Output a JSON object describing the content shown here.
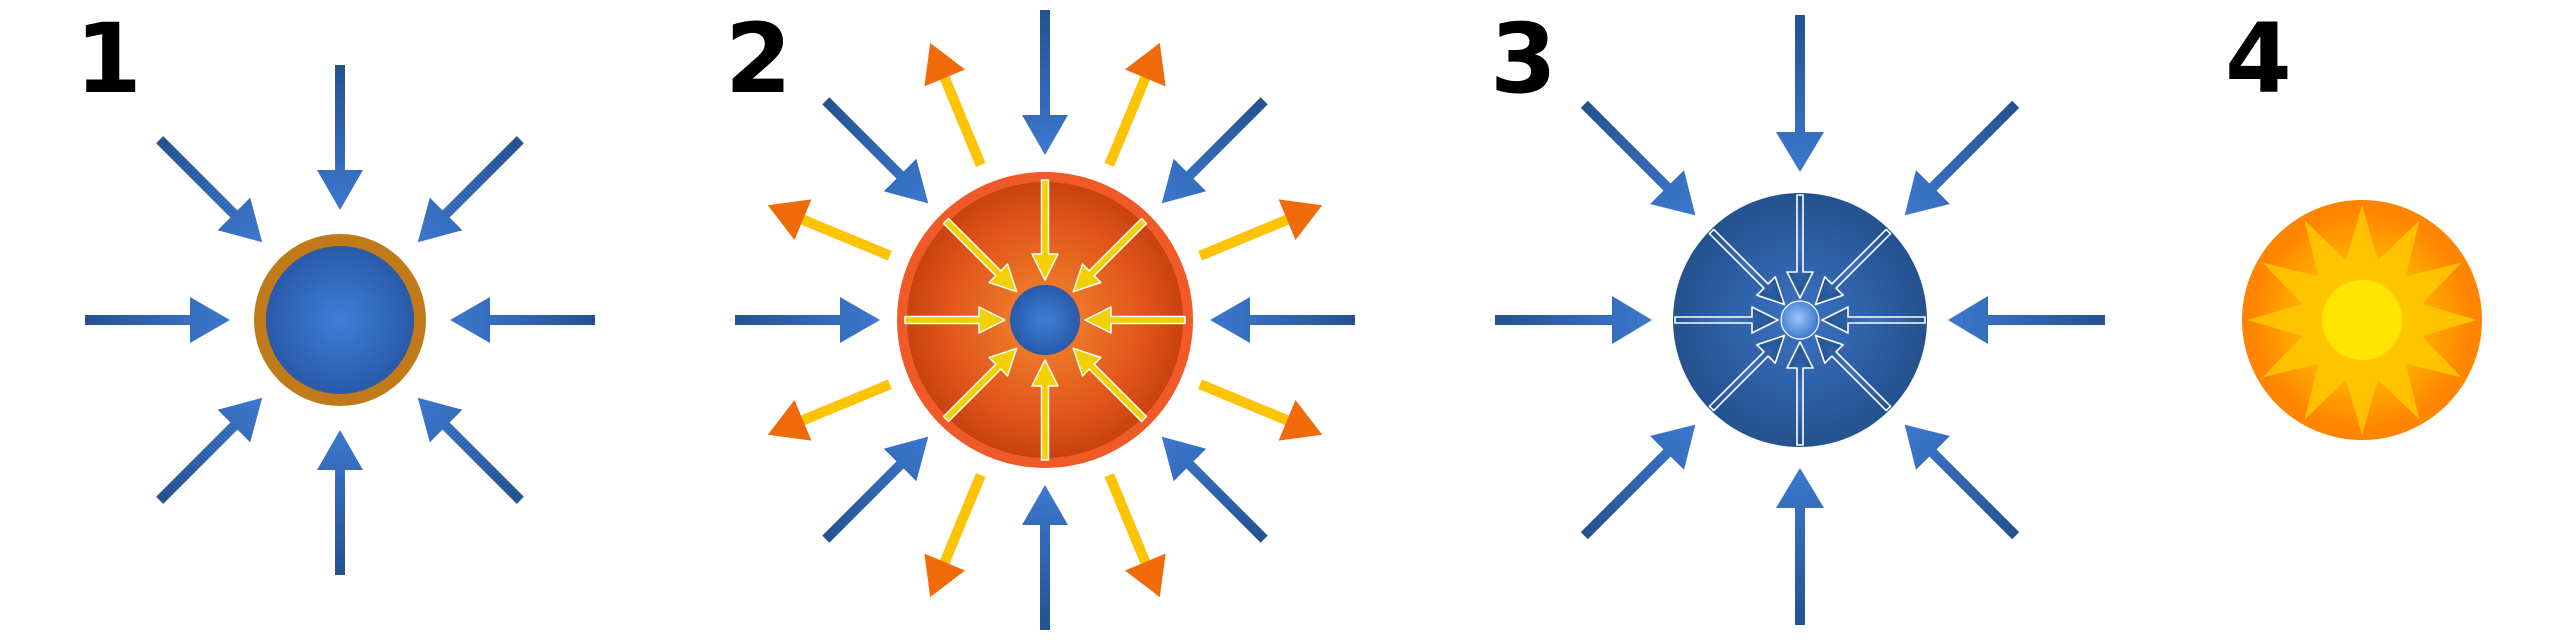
{
  "steps": [
    {
      "number": "1"
    },
    {
      "number": "2"
    },
    {
      "number": "3"
    },
    {
      "number": "4"
    }
  ],
  "colors": {
    "arrow_blue": "#2a5aa8",
    "arrow_blue_light": "#3d78cf",
    "core_blue": "#2f67be",
    "core_ring_gold": "#c07a1a",
    "shell_orange": "#e2561b",
    "shell_rim": "#f05a28",
    "ray_orange": "#f06a0a",
    "ray_yellow": "#ffd400",
    "inner_arrow_yellow": "#f4d000",
    "star_yellow": "#ffe000",
    "star_orange": "#ff8a00"
  },
  "icons": {
    "step1": "compressing-fuel-pellet",
    "step2": "ablation-and-implosion",
    "step3": "compressed-core",
    "step4": "ignition-burst"
  }
}
